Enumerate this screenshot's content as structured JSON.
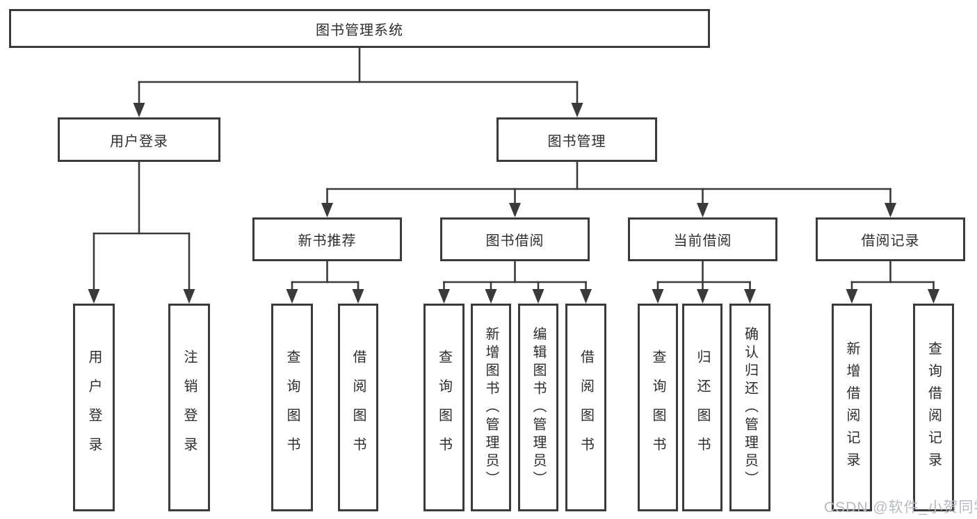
{
  "diagram": {
    "root": {
      "label": "图书管理系统"
    },
    "branches": [
      {
        "label": "用户登录",
        "children": [
          {
            "label": "用户登录"
          },
          {
            "label": "注销登录"
          }
        ]
      },
      {
        "label": "图书管理",
        "children": [
          {
            "label": "新书推荐",
            "children": [
              {
                "label": "查询图书"
              },
              {
                "label": "借阅图书"
              }
            ]
          },
          {
            "label": "图书借阅",
            "children": [
              {
                "label": "查询图书"
              },
              {
                "label": "新增图书（管理员）"
              },
              {
                "label": "编辑图书（管理员）"
              },
              {
                "label": "借阅图书"
              }
            ]
          },
          {
            "label": "当前借阅",
            "children": [
              {
                "label": "查询图书"
              },
              {
                "label": "归还图书"
              },
              {
                "label": "确认归还（管理员）"
              }
            ]
          },
          {
            "label": "借阅记录",
            "children": [
              {
                "label": "新增借阅记录"
              },
              {
                "label": "查询借阅记录"
              }
            ]
          }
        ]
      }
    ]
  },
  "watermark": {
    "text": "CSDN @软件_小贺同学"
  },
  "colors": {
    "line": "#3a3a3a",
    "text": "#2d2d2d",
    "background": "#ffffff",
    "watermark": "#b7bac1"
  }
}
